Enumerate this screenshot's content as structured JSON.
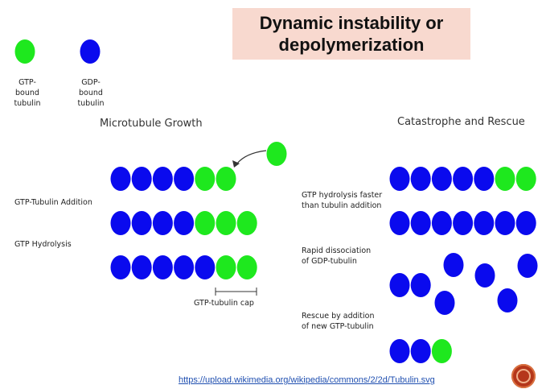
{
  "title": "Dynamic instability or\ndepolymerization",
  "legend": {
    "gtp_label": "GTP-bound\ntubulin",
    "gdp_label": "GDP-bound\ntubulin"
  },
  "growth": {
    "heading": "Microtubule Growth",
    "addition_label": "GTP-Tubulin Addition",
    "hydrolysis_label": "GTP Hydrolysis",
    "cap_label": "GTP-tubulin cap"
  },
  "catastrophe": {
    "heading": "Catastrophe and Rescue",
    "faster_label": "GTP hydrolysis faster\nthan tubulin addition",
    "dissociation_label": "Rapid dissociation\nof GDP-tubulin",
    "rescue_label": "Rescue by addition\nof new GTP-tubulin"
  },
  "source_link": "https://upload.wikimedia.org/wikipedia/commons/2/2d/Tubulin.svg",
  "colors": {
    "gtp": "#1ee81e",
    "gdp": "#0a0aee"
  }
}
